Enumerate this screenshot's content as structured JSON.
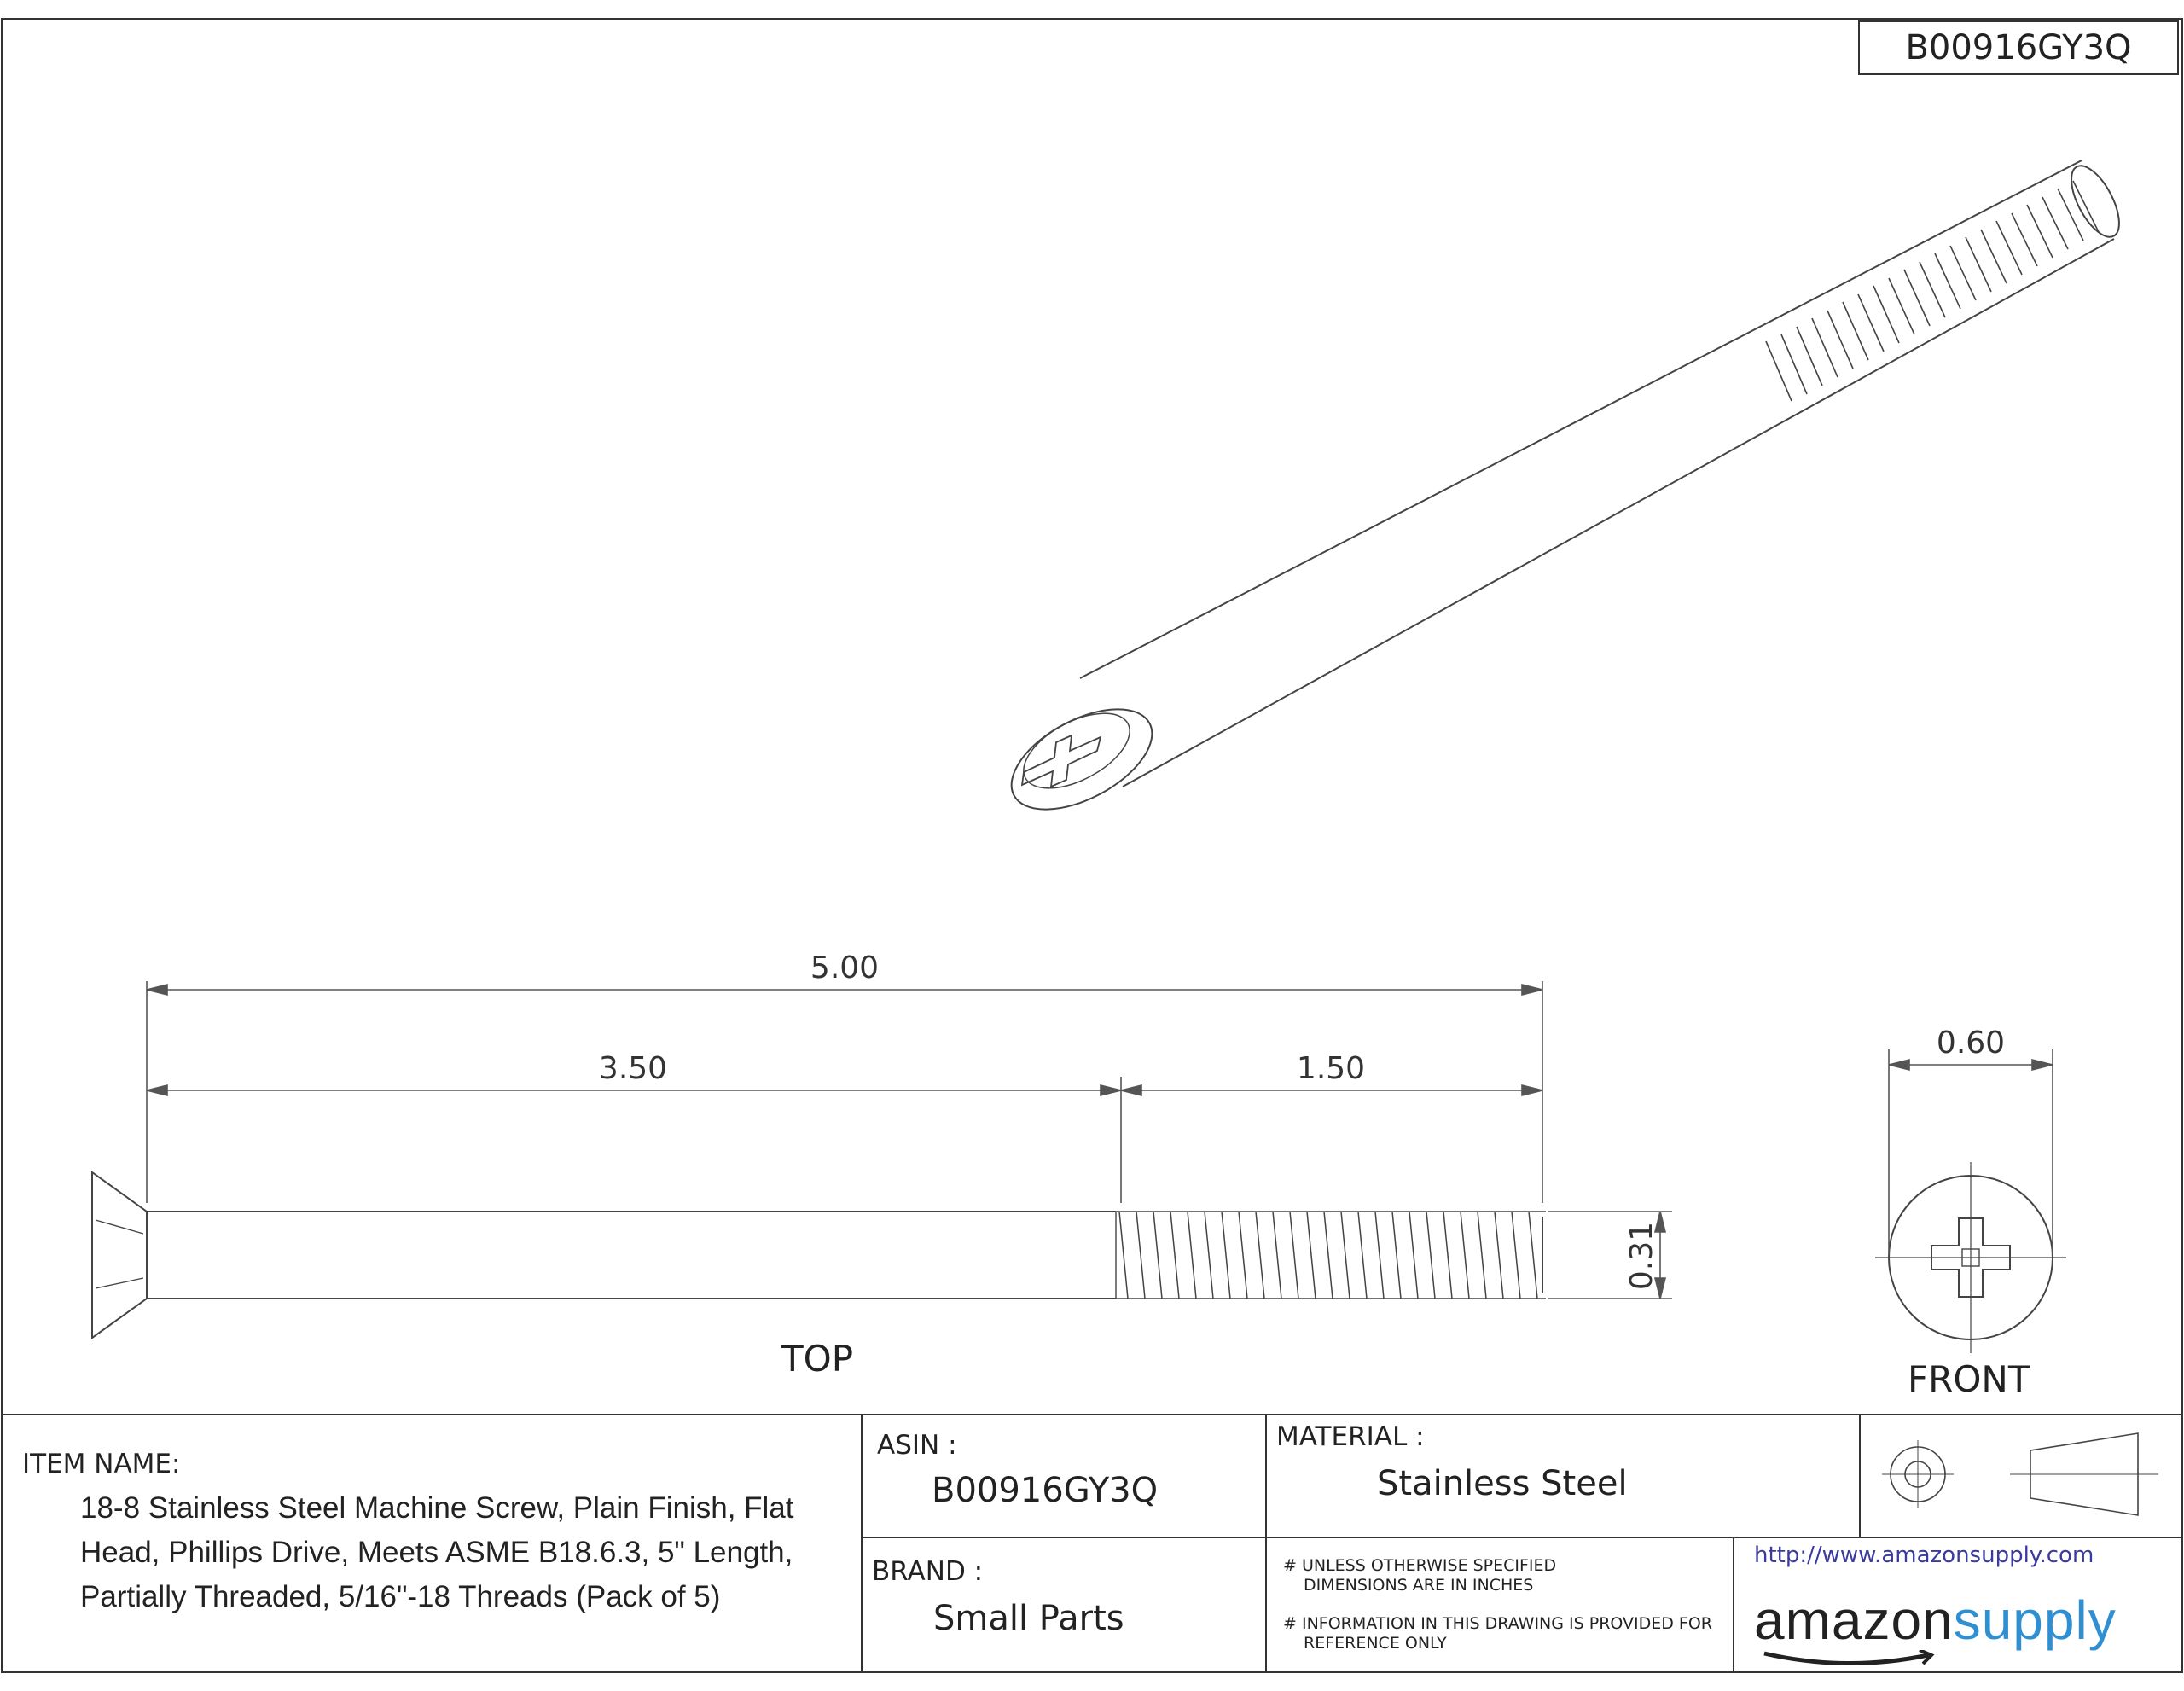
{
  "asin_box": "B00916GY3Q",
  "views": {
    "top": "TOP",
    "front": "FRONT"
  },
  "dimensions": {
    "overall": "5.00",
    "shank": "3.50",
    "thread": "1.50",
    "diameter": "0.31",
    "head": "0.60"
  },
  "title_block": {
    "item_name_label": "ITEM NAME:",
    "item_name": "18-8 Stainless Steel Machine Screw, Plain Finish, Flat Head, Phillips Drive, Meets ASME B18.6.3, 5\" Length, Partially Threaded, 5/16\"-18 Threads (Pack of 5)",
    "asin_label": "ASIN :",
    "asin": "B00916GY3Q",
    "brand_label": "BRAND :",
    "brand": "Small Parts",
    "material_label": "MATERIAL :",
    "material": "Stainless Steel",
    "note1_line1": "# UNLESS OTHERWISE SPECIFIED",
    "note1_line2": "DIMENSIONS ARE IN INCHES",
    "note2_line1": "# INFORMATION IN THIS DRAWING IS PROVIDED FOR",
    "note2_line2": "REFERENCE ONLY",
    "url": "http://www.amazonsupply.com",
    "logo_word1": "amazon",
    "logo_word2": "supply"
  },
  "colors": {
    "line": "#333333",
    "logo_dark": "#222222",
    "logo_blue": "#2f8fd1",
    "url": "#3a3aa0"
  }
}
